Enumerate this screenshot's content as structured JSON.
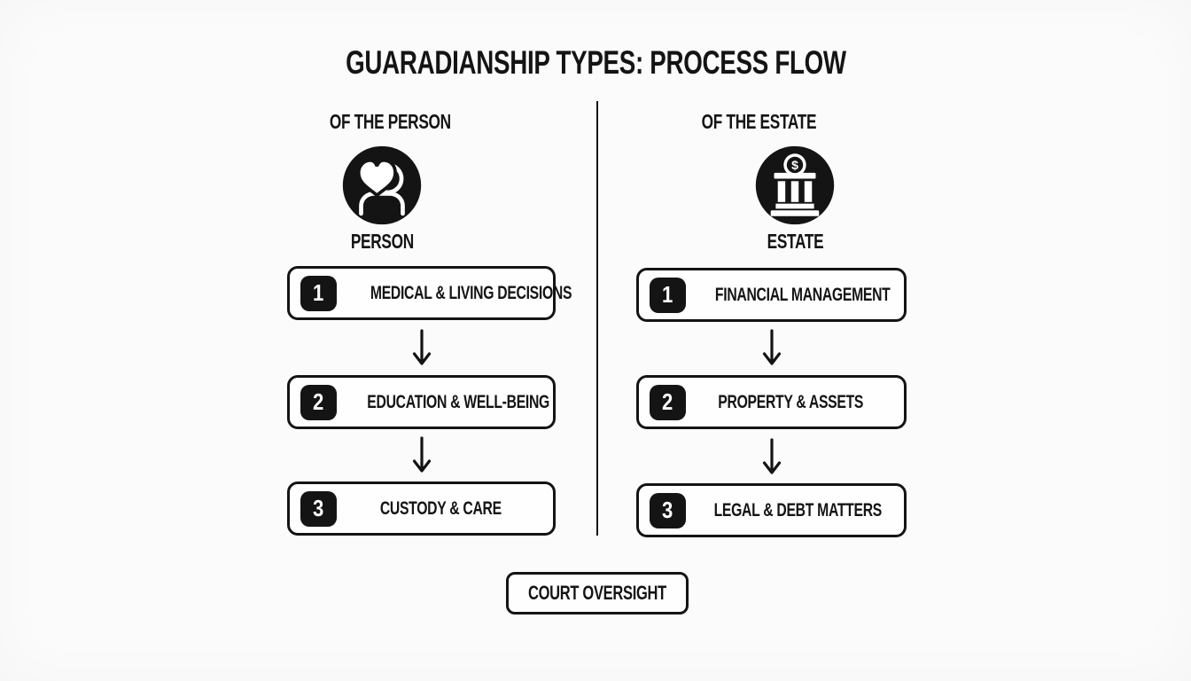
{
  "title": "GUARADIANSHIP TYPES: PROCESS FLOW",
  "columns": [
    {
      "header": "OF THE PERSON",
      "icon": "person-heart-icon",
      "icon_label": "PERSON",
      "steps": [
        {
          "number": "1",
          "label": "MEDICAL & LIVING DECISIONS"
        },
        {
          "number": "2",
          "label": "EDUCATION & WELL-BEING"
        },
        {
          "number": "3",
          "label": "CUSTODY & CARE"
        }
      ]
    },
    {
      "header": "OF THE ESTATE",
      "icon": "bank-dollar-icon",
      "icon_label": "ESTATE",
      "steps": [
        {
          "number": "1",
          "label": "FINANCIAL MANAGEMENT"
        },
        {
          "number": "2",
          "label": "PROPERTY & ASSETS"
        },
        {
          "number": "3",
          "label": "LEGAL & DEBT MATTERS"
        }
      ]
    }
  ],
  "footer": {
    "label": "COURT OVERSIGHT"
  },
  "icons": {
    "dollar_symbol": "$"
  },
  "colors": {
    "ink": "#141414",
    "paper": "#fbfbfb",
    "box": "#fefefe",
    "badge-text": "#ffffff"
  }
}
